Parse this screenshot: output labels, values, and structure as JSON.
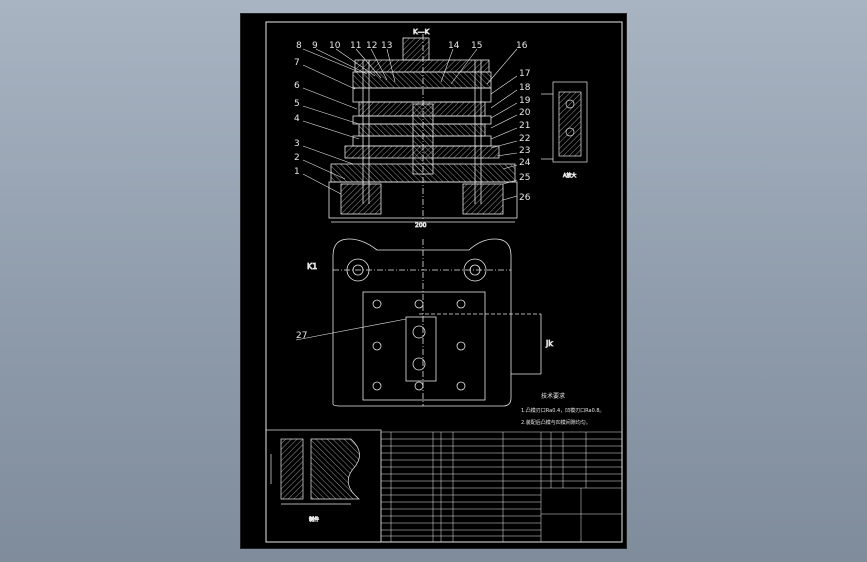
{
  "section_title": "K—K",
  "section_mark": "K1",
  "arrow_label": "jk",
  "callouts": [
    "1",
    "2",
    "3",
    "4",
    "5",
    "6",
    "7",
    "8",
    "9",
    "10",
    "11",
    "12",
    "13",
    "14",
    "15",
    "16",
    "17",
    "18",
    "19",
    "20",
    "21",
    "22",
    "23",
    "24",
    "25",
    "26",
    "27"
  ],
  "detail_label": "A放大",
  "tech_req_title": "技术要求",
  "tech_req_1": "1.凸模刃口Ra0.4，凹模刃口Ra0.8。",
  "tech_req_2": "2.装配后凸模与凹模间隙均匀。",
  "part_view_label": "制件",
  "dim_width": "200",
  "colors": {
    "line": "#e8e8e8",
    "hatch": "#cfcfcf",
    "title_bg": "#000000"
  }
}
